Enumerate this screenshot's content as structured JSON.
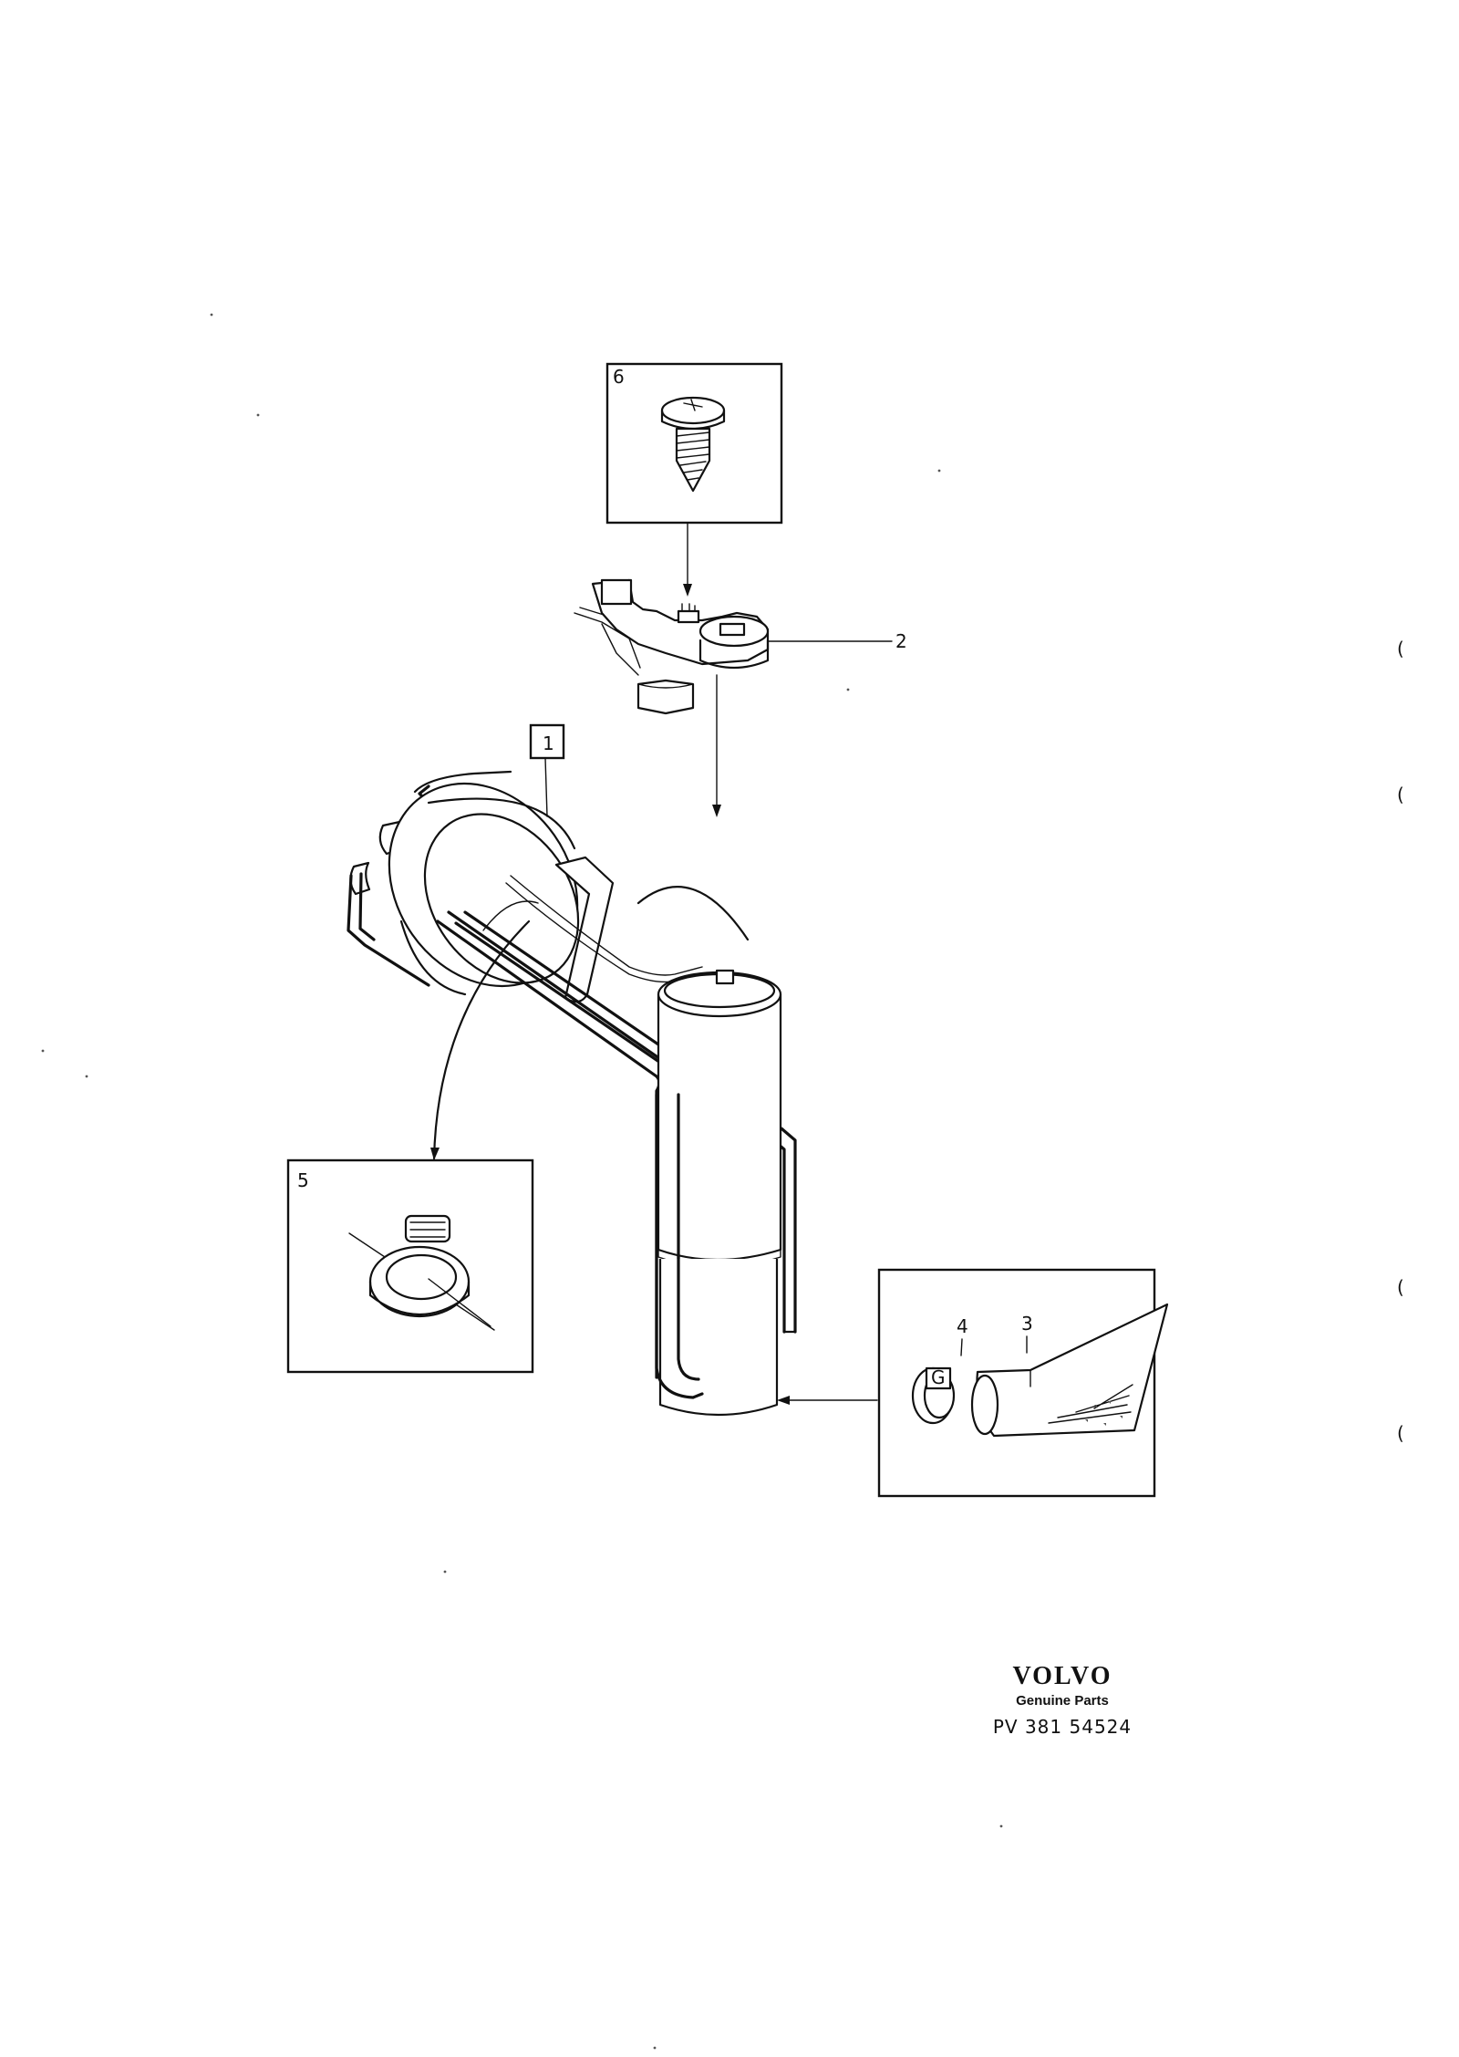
{
  "callouts": {
    "c1": "1",
    "c2": "2",
    "c3": "3",
    "c4": "4",
    "c5": "5",
    "c6": "6"
  },
  "brand": {
    "logo": "VOLVO",
    "tagline": "Genuine Parts",
    "drawing_code": "PV 381 54524"
  },
  "margin_marks": [
    "(",
    "(",
    "(",
    "("
  ]
}
